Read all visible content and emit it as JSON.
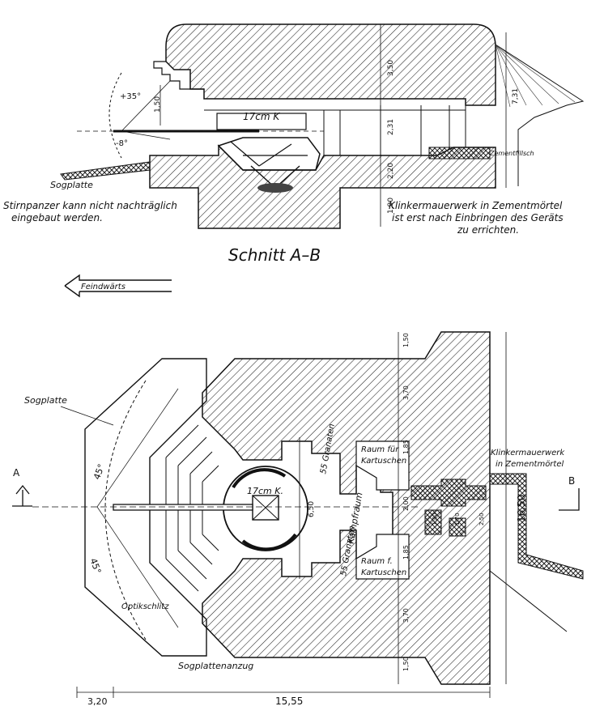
{
  "section": {
    "title": "Schnitt A–B",
    "gun": "17cm K",
    "angle_up": "+35°",
    "angle_down": "-8°",
    "dims": [
      "1,50",
      "3,50",
      "2,31",
      "2,20",
      "1,90",
      "7,31"
    ],
    "sogplatte": "Sogplatte",
    "note_left": [
      "Stirnpanzer kann nicht nachträglich",
      "eingebaut werden."
    ],
    "note_right": [
      "Klinkermauerwerk in Zementmörtel",
      "ist erst nach Einbringen des Geräts",
      "zu errichten."
    ],
    "zementfillsch": "Zementfillsch"
  },
  "direction_label": "Feindwärts",
  "plan": {
    "sogplatte": "Sogplatte",
    "angle_top": "45°",
    "angle_bottom": "45°",
    "gun": "17cm K.",
    "kampfraum": "Kampfraum",
    "granaten_top": "55 Granaten",
    "granaten_bottom": "55 Granaten",
    "dim_650": "6,50",
    "raum_top": [
      "Raum für",
      "Kartuschen"
    ],
    "raum_bottom": [
      "Raum f.",
      "Kartuschen"
    ],
    "klinker": [
      "Klinkermauerwerk",
      "in Zementmörtel"
    ],
    "optik": "Optikschlitz",
    "anzug": "Sogplattenanzug",
    "cut_a": "A",
    "cut_b": "B",
    "dims_vert": [
      "1,50",
      "3,70",
      "1,85",
      "2,00",
      "1,85",
      "3,70",
      "1,50"
    ],
    "dims_small": [
      "1,30",
      "1,70",
      "2,50"
    ],
    "total_height": "16,50",
    "dim_left": "3,20",
    "dim_total": "15,55"
  }
}
